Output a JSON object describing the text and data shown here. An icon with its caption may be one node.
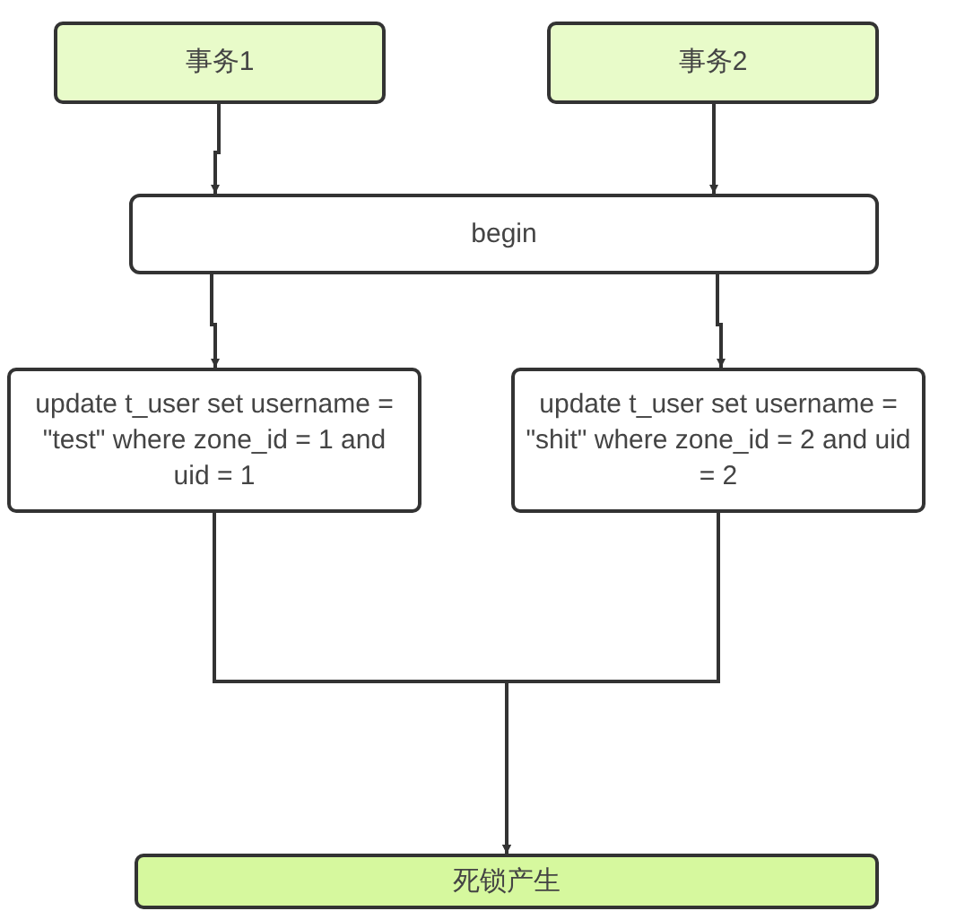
{
  "diagram": {
    "nodes": [
      {
        "text": [
          "事务1"
        ]
      },
      {
        "text": [
          "事务2"
        ]
      },
      {
        "text": [
          "begin"
        ]
      },
      {
        "text": [
          "update t_user set username = \"test\" where zone_id = 1 and uid = 1"
        ]
      },
      {
        "text": [
          "update t_user set username = \"shit\" where zone_id = 2 and uid = 2"
        ]
      },
      {
        "text": [
          "死锁产生"
        ]
      }
    ],
    "edges": [
      {
        "from": 0,
        "to": 2,
        "arrow": "to"
      },
      {
        "from": 1,
        "to": 2,
        "arrow": "to"
      },
      {
        "from": 2,
        "to": 3,
        "arrow": "to"
      },
      {
        "from": 2,
        "to": 4,
        "arrow": "to"
      },
      {
        "from": 3,
        "to": 5,
        "arrow": "to"
      },
      {
        "from": 4,
        "to": 5,
        "arrow": "to"
      }
    ]
  }
}
